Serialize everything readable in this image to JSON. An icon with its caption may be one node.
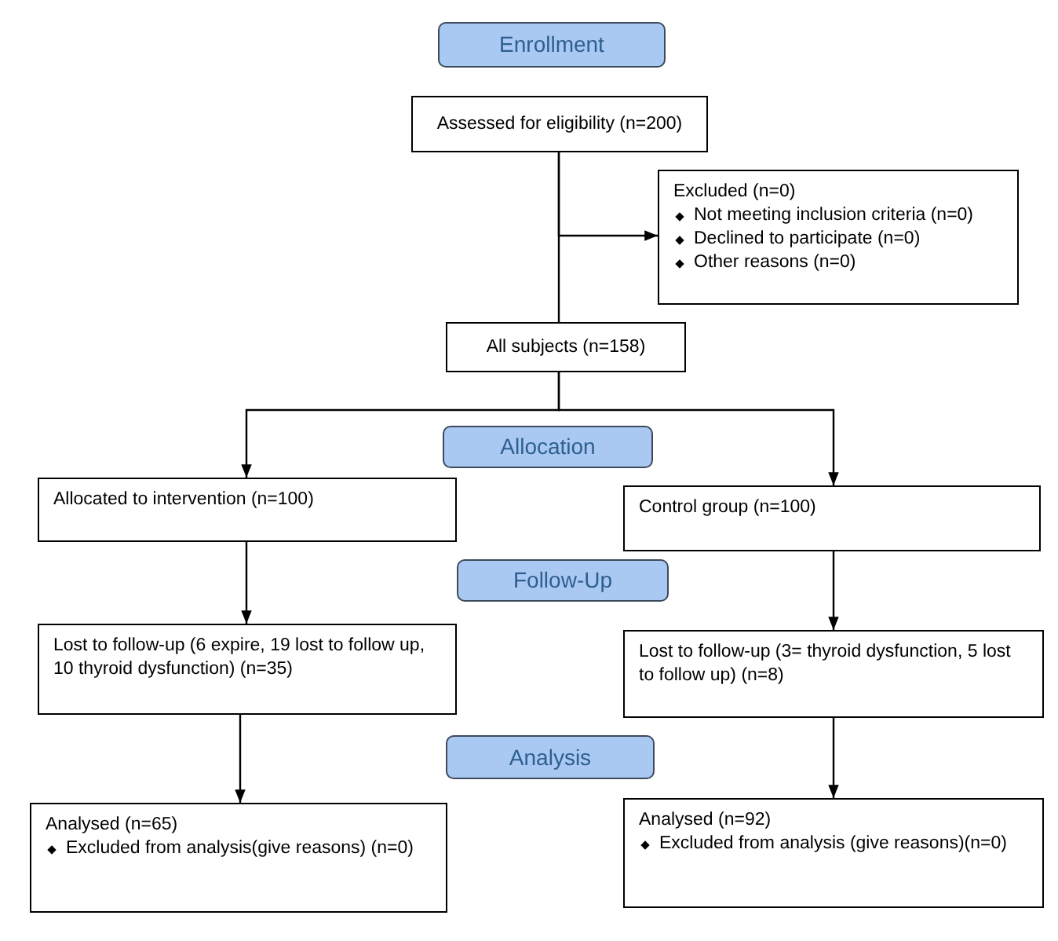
{
  "diagram": {
    "nodes": [
      {
        "text": [
          "Enrollment"
        ]
      },
      {
        "text": [
          "Assessed for eligibility (n=200)"
        ]
      },
      {
        "text": [
          "Excluded (n=0)",
          "Not meeting inclusion criteria (n=0)",
          "Declined to participate (n=0)",
          "Other reasons (n=0)"
        ]
      },
      {
        "text": [
          "All subjects (n=158)"
        ]
      },
      {
        "text": [
          "Allocation"
        ]
      },
      {
        "text": [
          "Allocated to intervention (n=100)"
        ]
      },
      {
        "text": [
          "Control group (n=100)"
        ]
      },
      {
        "text": [
          "Follow-Up"
        ]
      },
      {
        "text": [
          "Lost to follow-up (6 expire, 19 lost to follow up, 10 thyroid dysfunction) (n=35)"
        ]
      },
      {
        "text": [
          "Lost to follow-up (3= thyroid dysfunction, 5 lost to follow up) (n=8)"
        ]
      },
      {
        "text": [
          "Analysis"
        ]
      },
      {
        "text": [
          "Analysed (n=65)",
          "Excluded from analysis(give reasons) (n=0)"
        ]
      },
      {
        "text": [
          "Analysed (n=92)",
          "Excluded from analysis (give reasons)(n=0)"
        ]
      }
    ],
    "edges": [
      {
        "from": 1,
        "to": 2,
        "arrow": "to"
      },
      {
        "from": 1,
        "to": 3,
        "arrow": "none"
      },
      {
        "from": 3,
        "to": 5,
        "arrow": "to"
      },
      {
        "from": 3,
        "to": 6,
        "arrow": "to"
      },
      {
        "from": 5,
        "to": 8,
        "arrow": "to"
      },
      {
        "from": 6,
        "to": 9,
        "arrow": "to"
      },
      {
        "from": 8,
        "to": 11,
        "arrow": "to"
      },
      {
        "from": 9,
        "to": 12,
        "arrow": "to"
      }
    ]
  }
}
